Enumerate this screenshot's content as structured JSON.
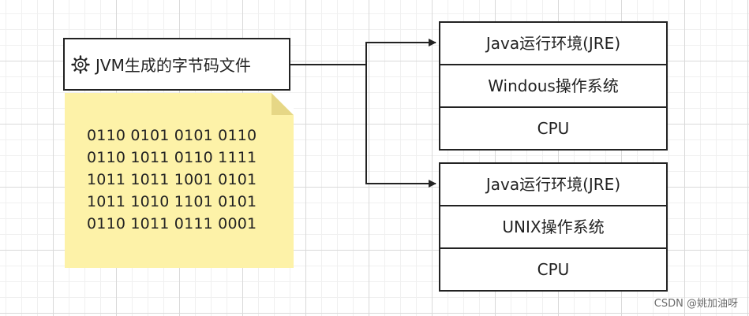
{
  "source": {
    "label": "JVM生成的字节码文件",
    "icon": "gear-icon"
  },
  "bytecode": [
    "0110 0101 0101 0110",
    "0110 1011 0110 1111",
    "1011 1011 1001 0101",
    "1011 1010 1101 0101",
    "0110 1011 0111 0001"
  ],
  "platforms": [
    {
      "layers": [
        "Java运行环境(JRE)",
        "Windous操作系统",
        "CPU"
      ]
    },
    {
      "layers": [
        "Java运行环境(JRE)",
        "UNIX操作系统",
        "CPU"
      ]
    }
  ],
  "watermark": "CSDN @姚加油呀",
  "colors": {
    "note_fill": "#fdf2a8",
    "note_fold": "#e6d786",
    "stroke": "#222222"
  }
}
